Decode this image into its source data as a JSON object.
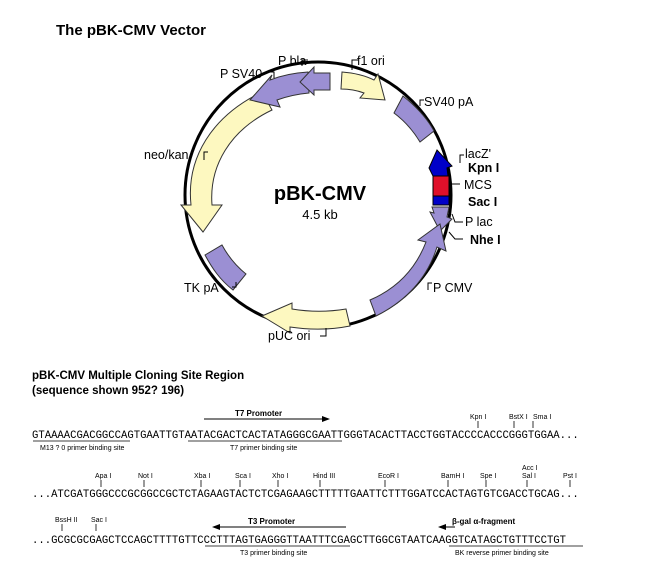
{
  "title": "The pBK-CMV Vector",
  "plasmid": {
    "name": "pBK-CMV",
    "size": "4.5 kb",
    "features": {
      "p_sv40": "P SV40",
      "p_bla": "P bla",
      "f1_ori": "f1 ori",
      "sv40_pa": "SV40 pA",
      "lacz": "lacZ'",
      "kpn1": "Kpn I",
      "mcs": "MCS",
      "sac1": "Sac I",
      "plac": "P lac",
      "nhe1": "Nhe I",
      "pcmv": "P CMV",
      "puc_ori": "pUC ori",
      "tk_pa": "TK pA",
      "neo_kan": "neo/kan"
    },
    "colors": {
      "feature_fill": "#9b8fd3",
      "ori_fill": "#fdf8c0",
      "lacz_fill": "#0000c8",
      "mcs_fill": "#e0102a",
      "backbone": "#000000"
    }
  },
  "mcs_section": {
    "title_line1": "pBK-CMV Multiple Cloning Site Region",
    "title_line2": "(sequence shown 952? 196)",
    "line1": {
      "sequence": "GTAAAACGACGGCCAGTGAATTGTAATACGACTCACTATAGGGCGAATTGGGTACACTTACCTGGTACCCCACCCGGGTGGAA...",
      "promoter": "T7 Promoter",
      "sites": [
        "Kpn I",
        "BstX I",
        "Sma I"
      ],
      "primers": [
        "M13 ? 0 primer binding site",
        "T7 primer binding site"
      ]
    },
    "line2": {
      "sequence": "...ATCGATGGGCCCGCGGCCGCTCTAGAAGTACTCTCGAGAAGCTTTTTGAATTCTTTGGATCCACTAGTGTCGACCTGCAG...",
      "sites": [
        "Apa I",
        "Not I",
        "Xba I",
        "Sca I",
        "Xho I",
        "Hind III",
        "EcoR I",
        "BamH I",
        "Spe I",
        "Acc I",
        "Sal I",
        "Pst I"
      ]
    },
    "line3": {
      "sequence": "...GCGCGCGAGCTCCAGCTTTTGTTCCCTTTAGTGAGGGTTAATTTCGAGCTTGGCGTAATCAAGGTCATAGCTGTTTCCTGT",
      "promoter": "T3 Promoter",
      "fragment": "β-gal α-fragment",
      "sites": [
        "BssH II",
        "Sac I"
      ],
      "primers": [
        "T3 primer binding site",
        "BK reverse primer binding site"
      ]
    }
  }
}
